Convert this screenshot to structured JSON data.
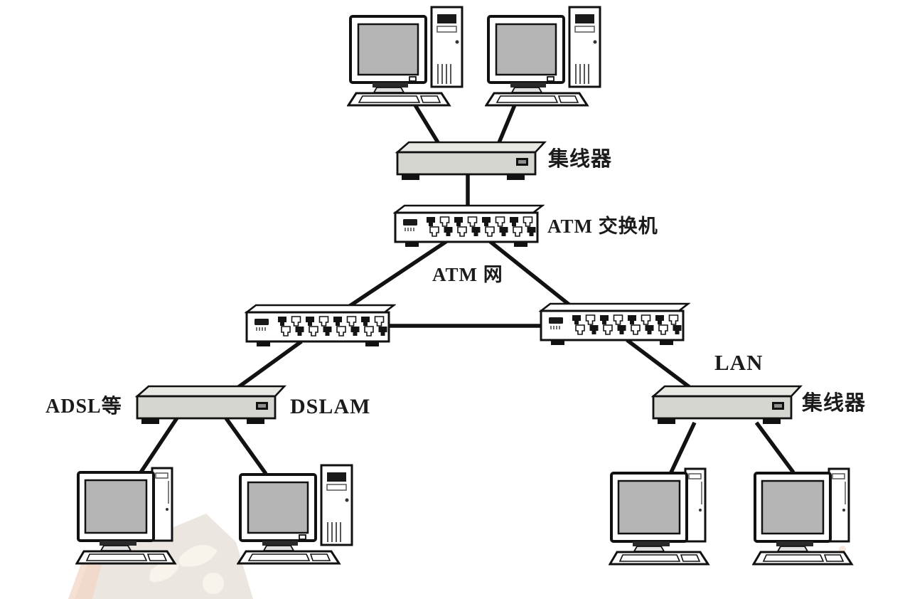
{
  "diagram_type": "network-topology",
  "labels": {
    "hub_top": "集线器",
    "atm_switch": "ATM 交换机",
    "atm_net": "ATM 网",
    "lan": "LAN",
    "adsl": "ADSL等",
    "dslam": "DSLAM",
    "hub_lan": "集线器"
  },
  "nodes": [
    {
      "id": "pc-top-1",
      "type": "computer"
    },
    {
      "id": "pc-top-2",
      "type": "computer"
    },
    {
      "id": "hub-top",
      "type": "hub",
      "label": "集线器"
    },
    {
      "id": "atm-switch",
      "type": "atm-switch",
      "label": "ATM 交换机"
    },
    {
      "id": "atm-switch-left",
      "type": "atm-switch"
    },
    {
      "id": "atm-switch-right",
      "type": "atm-switch"
    },
    {
      "id": "dslam",
      "type": "dslam",
      "label": "DSLAM",
      "access_label": "ADSL等"
    },
    {
      "id": "hub-lan",
      "type": "hub",
      "label": "集线器",
      "network_label": "LAN"
    },
    {
      "id": "pc-bottom-left-1",
      "type": "computer"
    },
    {
      "id": "pc-bottom-left-2",
      "type": "computer"
    },
    {
      "id": "pc-bottom-right-1",
      "type": "computer"
    },
    {
      "id": "pc-bottom-right-2",
      "type": "computer"
    }
  ],
  "edges": [
    [
      "pc-top-1",
      "hub-top"
    ],
    [
      "pc-top-2",
      "hub-top"
    ],
    [
      "hub-top",
      "atm-switch"
    ],
    [
      "atm-switch",
      "atm-switch-left"
    ],
    [
      "atm-switch",
      "atm-switch-right"
    ],
    [
      "atm-switch-left",
      "atm-switch-right"
    ],
    [
      "atm-switch-left",
      "dslam"
    ],
    [
      "atm-switch-right",
      "hub-lan"
    ],
    [
      "dslam",
      "pc-bottom-left-1"
    ],
    [
      "dslam",
      "pc-bottom-left-2"
    ],
    [
      "hub-lan",
      "pc-bottom-right-1"
    ],
    [
      "hub-lan",
      "pc-bottom-right-2"
    ]
  ],
  "region_label": "ATM 网",
  "colors": {
    "line": "#121212",
    "device_outline": "#111111",
    "hub_front": "#d6d6d1",
    "hub_top_face": "#e9e9e4",
    "screen": "#b5b5b5",
    "watermark": "#ebe7e0",
    "watermark_accent": "#f3d5c5"
  }
}
